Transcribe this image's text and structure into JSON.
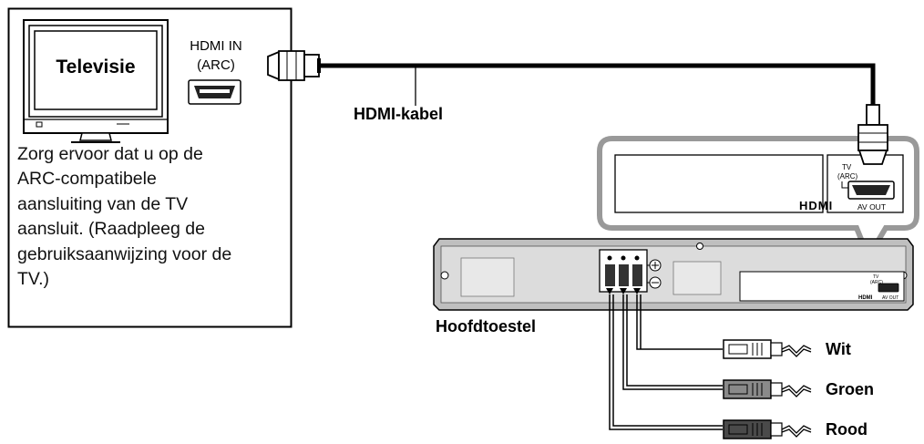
{
  "tv": {
    "screen_label": "Televisie",
    "port_label_line1": "HDMI IN",
    "port_label_line2": "(ARC)",
    "note": "Zorg ervoor dat u op de\nARC-compatibele\naansluiting van de TV\naansluit. (Raadpleeg de\ngebruiksaanwijzing voor de\nTV.)"
  },
  "cable": {
    "label": "HDMI-kabel"
  },
  "unit": {
    "label": "Hoofdtoestel",
    "zoom_port_tv": "TV",
    "zoom_port_arc": "(ARC)",
    "zoom_hdmi_logo": "HDMI",
    "zoom_av_out": "AV OUT",
    "small_tv": "TV",
    "small_arc": "(ARC)",
    "small_hdmi_logo": "HDMI",
    "small_av_out": "AV OUT"
  },
  "speakers": [
    {
      "label": "Wit",
      "color": "#ffffff"
    },
    {
      "label": "Groen",
      "color": "#8a8a8a"
    },
    {
      "label": "Rood",
      "color": "#4a4a4a"
    }
  ]
}
